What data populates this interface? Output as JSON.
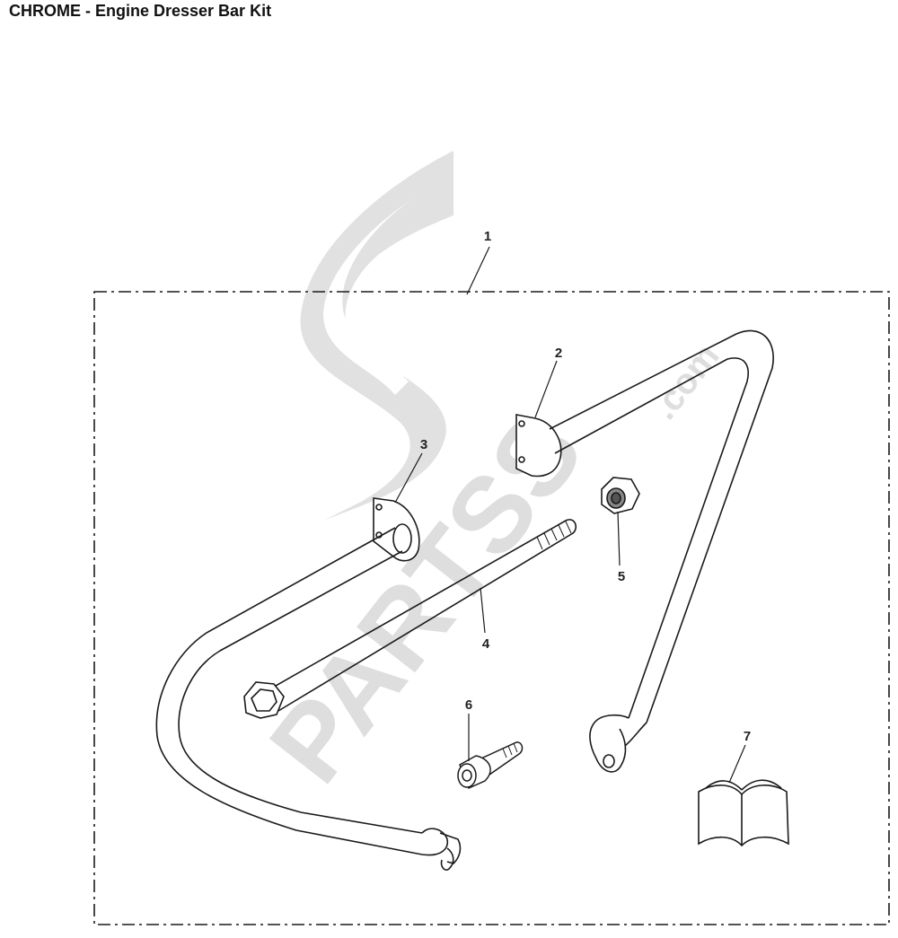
{
  "title": "CHROME - Engine Dresser Bar Kit",
  "watermark": {
    "text": "PARTSS",
    "suffix": ".com",
    "color": "#d9d9d9"
  },
  "callouts": [
    {
      "id": "1",
      "label": "1"
    },
    {
      "id": "2",
      "label": "2"
    },
    {
      "id": "3",
      "label": "3"
    },
    {
      "id": "4",
      "label": "4"
    },
    {
      "id": "5",
      "label": "5"
    },
    {
      "id": "6",
      "label": "6"
    },
    {
      "id": "7",
      "label": "7"
    }
  ],
  "colors": {
    "line": "#1a1a1a",
    "background": "#ffffff"
  }
}
